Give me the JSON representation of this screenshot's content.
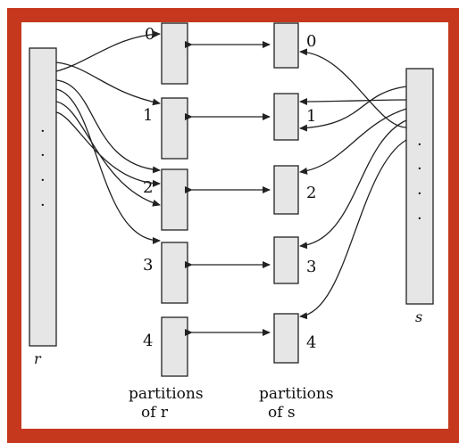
{
  "colors": {
    "frame": "#c5381d",
    "box_fill": "#e6e6e6",
    "stroke": "#222222"
  },
  "relation_r": {
    "label": "r"
  },
  "relation_s": {
    "label": "s"
  },
  "partitions_r": {
    "numbers": [
      "0",
      "1",
      "2",
      "3",
      "4"
    ],
    "caption_line1": "partitions",
    "caption_line2": "of r"
  },
  "partitions_s": {
    "numbers": [
      "0",
      "1",
      "2",
      "3",
      "4"
    ],
    "caption_line1": "partitions",
    "caption_line2": "of s"
  },
  "ellipsis": "·"
}
